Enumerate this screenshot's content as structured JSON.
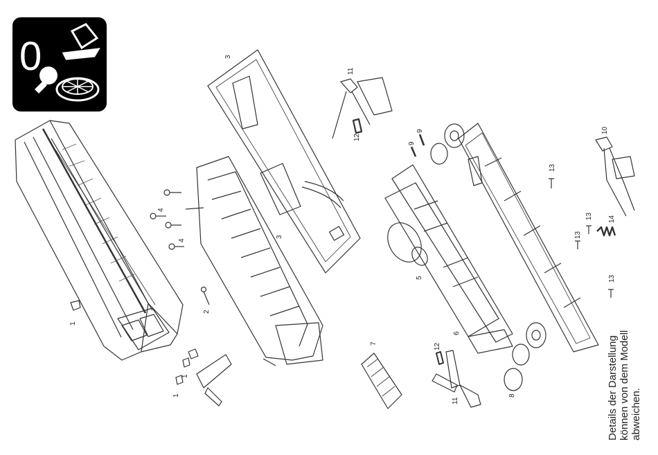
{
  "badge": {
    "digit": "0",
    "icons": [
      "lubrication-icon",
      "bulb-icon",
      "wheel-icon"
    ]
  },
  "note": {
    "line1": "Details der Darstellung",
    "line2": "können von dem Modell",
    "line3": "abweichen."
  },
  "parts": [
    {
      "name": "part-label-1a",
      "text": "1"
    },
    {
      "name": "part-label-1b",
      "text": "1"
    },
    {
      "name": "part-label-1c",
      "text": "1"
    },
    {
      "name": "part-label-2",
      "text": "2"
    },
    {
      "name": "part-label-3a",
      "text": "3"
    },
    {
      "name": "part-label-3b",
      "text": "3"
    },
    {
      "name": "part-label-4a",
      "text": "4"
    },
    {
      "name": "part-label-4b",
      "text": "4"
    },
    {
      "name": "part-label-5",
      "text": "5"
    },
    {
      "name": "part-label-6",
      "text": "6"
    },
    {
      "name": "part-label-7",
      "text": "7"
    },
    {
      "name": "part-label-8",
      "text": "8"
    },
    {
      "name": "part-label-9a",
      "text": "9"
    },
    {
      "name": "part-label-9b",
      "text": "9"
    },
    {
      "name": "part-label-10",
      "text": "10"
    },
    {
      "name": "part-label-11a",
      "text": "11"
    },
    {
      "name": "part-label-11b",
      "text": "11"
    },
    {
      "name": "part-label-12a",
      "text": "12"
    },
    {
      "name": "part-label-12b",
      "text": "12"
    },
    {
      "name": "part-label-13a",
      "text": "13"
    },
    {
      "name": "part-label-13b",
      "text": "13"
    },
    {
      "name": "part-label-13c",
      "text": "13"
    },
    {
      "name": "part-label-13d",
      "text": "13"
    },
    {
      "name": "part-label-14",
      "text": "14"
    }
  ]
}
